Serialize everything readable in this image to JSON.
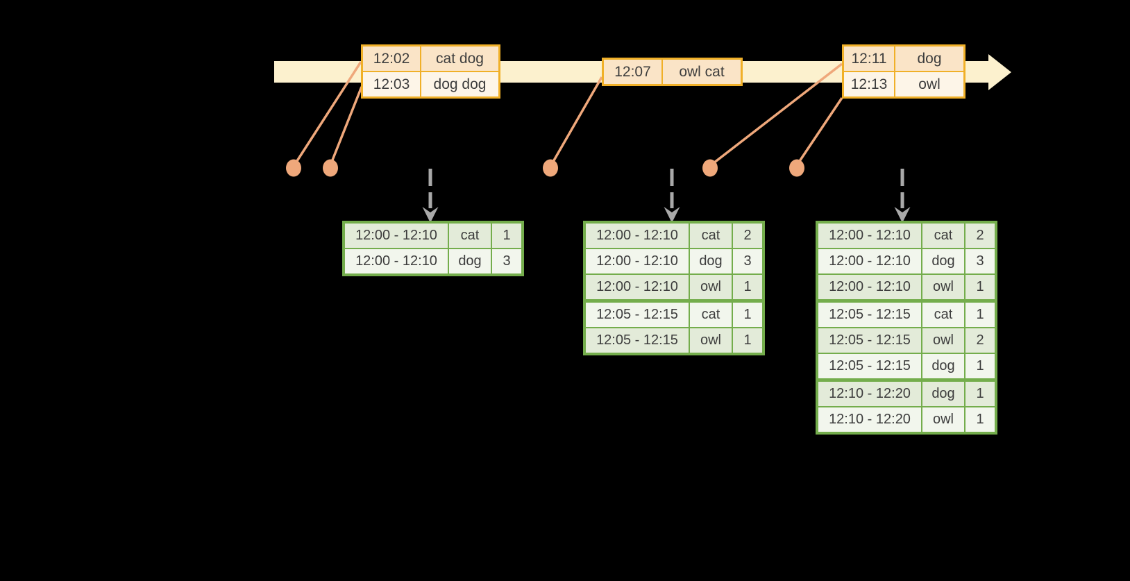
{
  "colors": {
    "background": "#000000",
    "timeline_fill": "#FCF1CE",
    "event_border": "#F0B028",
    "event_row_dark": "#FAE4C7",
    "event_row_light": "#FDF5E8",
    "marker": "#EFA87B",
    "trigger_arrow": "#A9A9A9",
    "result_border": "#74AD4C",
    "result_row_dark": "#E3EBD9",
    "result_row_light": "#F2F6ED",
    "text_color": "#3D3D3D"
  },
  "event_tables": [
    {
      "rows": [
        {
          "time": "12:02",
          "words": "cat dog"
        },
        {
          "time": "12:03",
          "words": "dog dog"
        }
      ]
    },
    {
      "rows": [
        {
          "time": "12:07",
          "words": "owl cat"
        }
      ]
    },
    {
      "rows": [
        {
          "time": "12:11",
          "words": "dog"
        },
        {
          "time": "12:13",
          "words": "owl"
        }
      ]
    }
  ],
  "result_tables": [
    {
      "rows": [
        {
          "window": "12:00 - 12:10",
          "word": "cat",
          "count": "1"
        },
        {
          "window": "12:00 - 12:10",
          "word": "dog",
          "count": "3"
        }
      ]
    },
    {
      "rows": [
        {
          "window": "12:00 - 12:10",
          "word": "cat",
          "count": "2"
        },
        {
          "window": "12:00 - 12:10",
          "word": "dog",
          "count": "3"
        },
        {
          "window": "12:00 - 12:10",
          "word": "owl",
          "count": "1"
        },
        {
          "window": "12:05 - 12:15",
          "word": "cat",
          "count": "1"
        },
        {
          "window": "12:05 - 12:15",
          "word": "owl",
          "count": "1"
        }
      ]
    },
    {
      "rows": [
        {
          "window": "12:00 - 12:10",
          "word": "cat",
          "count": "2"
        },
        {
          "window": "12:00 - 12:10",
          "word": "dog",
          "count": "3"
        },
        {
          "window": "12:00 - 12:10",
          "word": "owl",
          "count": "1"
        },
        {
          "window": "12:05 - 12:15",
          "word": "cat",
          "count": "1"
        },
        {
          "window": "12:05 - 12:15",
          "word": "owl",
          "count": "2"
        },
        {
          "window": "12:05 - 12:15",
          "word": "dog",
          "count": "1"
        },
        {
          "window": "12:10 - 12:20",
          "word": "dog",
          "count": "1"
        },
        {
          "window": "12:10 - 12:20",
          "word": "owl",
          "count": "1"
        }
      ]
    }
  ]
}
